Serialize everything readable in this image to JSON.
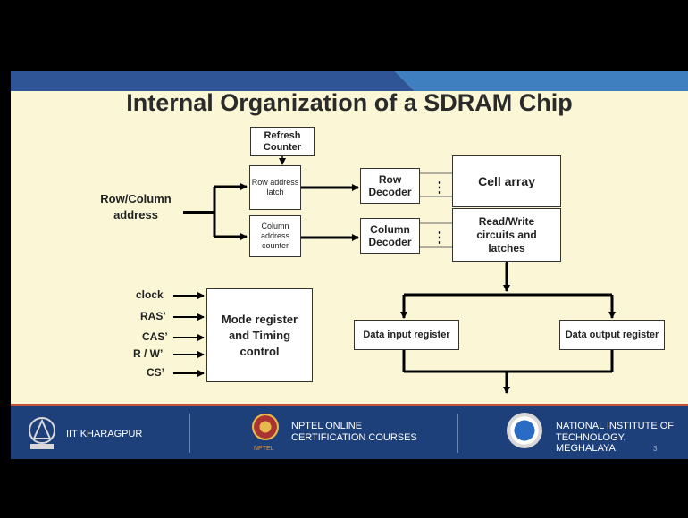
{
  "title": "Internal Organization of a SDRAM Chip",
  "blocks": {
    "refresh_counter": "Refresh Counter",
    "row_address_latch": "Row address latch",
    "column_address_counter": "Column address counter",
    "row_decoder": "Row Decoder",
    "column_decoder": "Column Decoder",
    "cell_array": "Cell array",
    "read_write": "Read/Write circuits and latches",
    "mode_register": "Mode register and Timing control",
    "data_input": "Data input register",
    "data_output": "Data output register"
  },
  "inputs": {
    "address": "Row/Column address",
    "clock": "clock",
    "ras": "RAS’",
    "cas": "CAS’",
    "rw": "R / W’",
    "cs": "CS’"
  },
  "footer": {
    "iit": "IIT KHARAGPUR",
    "nptel_line1": "NPTEL ONLINE",
    "nptel_line2": "CERTIFICATION COURSES",
    "nptel_logo_text": "NPTEL",
    "nit_line1": "NATIONAL INSTITUTE OF",
    "nit_line2": "TECHNOLOGY, MEGHALAYA",
    "page": "3"
  },
  "colors": {
    "footer_bg": "#1d3f7a",
    "slide_bg": "#fbf7d6",
    "accent_bar": "#c8503a"
  }
}
